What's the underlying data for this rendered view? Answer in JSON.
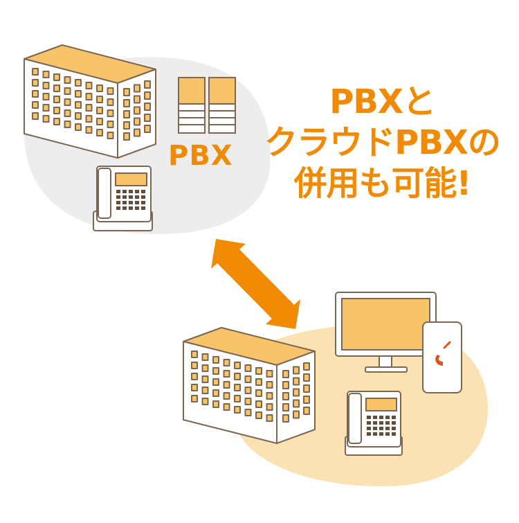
{
  "colors": {
    "accent": "#F08A00",
    "building_roof": "#F7C46A",
    "building_window": "#F7C46A",
    "outline": "#7A6652",
    "blob_top": "#EDEDED",
    "blob_bottom": "#FBE2B3"
  },
  "labels": {
    "pbx": "PBX",
    "headline_line1": "PBXと",
    "headline_line2": "クラウドPBXの",
    "headline_line3": "併用も可能!"
  },
  "icons": {
    "office_building": "building-icon",
    "pbx_server": "pbx-server-icon",
    "desk_phone": "desk-phone-icon",
    "monitor": "monitor-icon",
    "smartphone": "smartphone-icon",
    "link_arrow": "double-arrow-icon"
  }
}
